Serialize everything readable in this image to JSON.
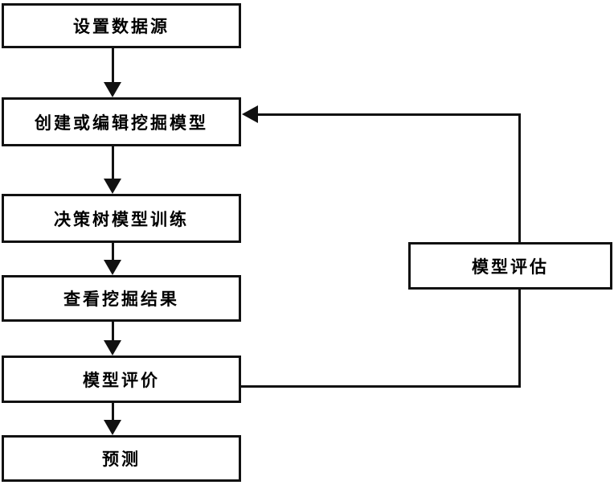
{
  "diagram": {
    "type": "flowchart",
    "background_color": "#ffffff",
    "line_color": "#111111",
    "text_color": "#000000",
    "nodes": [
      {
        "id": "set-data-source",
        "label": "设置数据源"
      },
      {
        "id": "create-or-edit-mining-model",
        "label": "创建或编辑挖掘模型"
      },
      {
        "id": "decision-tree-model-training",
        "label": "决策树模型训练"
      },
      {
        "id": "view-mining-results",
        "label": "查看挖掘结果"
      },
      {
        "id": "model-evaluation",
        "label": "模型评价"
      },
      {
        "id": "prediction",
        "label": "预测"
      },
      {
        "id": "model-assessment",
        "label": "模型评估"
      }
    ],
    "edges": [
      {
        "from": "set-data-source",
        "to": "create-or-edit-mining-model",
        "style": "arrow-down"
      },
      {
        "from": "create-or-edit-mining-model",
        "to": "decision-tree-model-training",
        "style": "arrow-down"
      },
      {
        "from": "decision-tree-model-training",
        "to": "view-mining-results",
        "style": "arrow-down"
      },
      {
        "from": "view-mining-results",
        "to": "model-evaluation",
        "style": "arrow-down"
      },
      {
        "from": "model-evaluation",
        "to": "prediction",
        "style": "arrow-down"
      },
      {
        "from": "model-evaluation",
        "to": "create-or-edit-mining-model",
        "style": "orthogonal-feedback-loop",
        "through": "model-assessment"
      }
    ]
  }
}
